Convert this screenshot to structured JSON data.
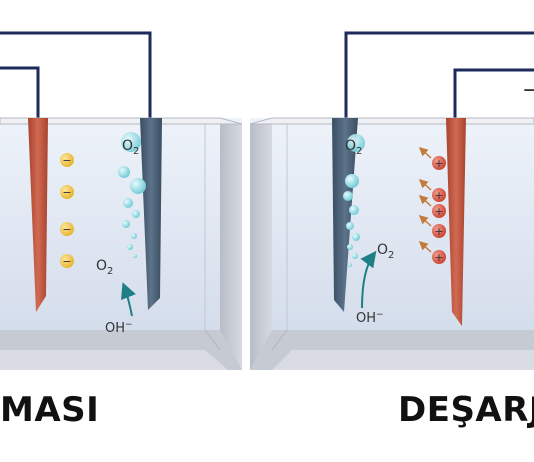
{
  "left_cell": {
    "caption": "MASI",
    "ion_symbol": "−",
    "gas_label": "O",
    "gas_subscript": "2",
    "ion_label": "OH",
    "ion_label_sup": "−",
    "colors": {
      "ion": "#f2c33c",
      "bubble": "#7fd6e0",
      "anode": "#4a5f73",
      "cathode": "#c65a45"
    }
  },
  "right_cell": {
    "caption": "DEŞARJ",
    "ion_symbol": "+",
    "gas_label": "O",
    "gas_subscript": "2",
    "ion_label": "OH",
    "ion_label_sup": "−",
    "terminal_symbol": "−",
    "colors": {
      "ion": "#d9534a",
      "bubble": "#8fd4dc",
      "anode": "#4a5f73",
      "cathode": "#c65a45"
    }
  },
  "colors": {
    "wire": "#1c2a5c",
    "container": "#c9ccd3",
    "liquid": "#dfe7f2",
    "text": "#111111"
  }
}
